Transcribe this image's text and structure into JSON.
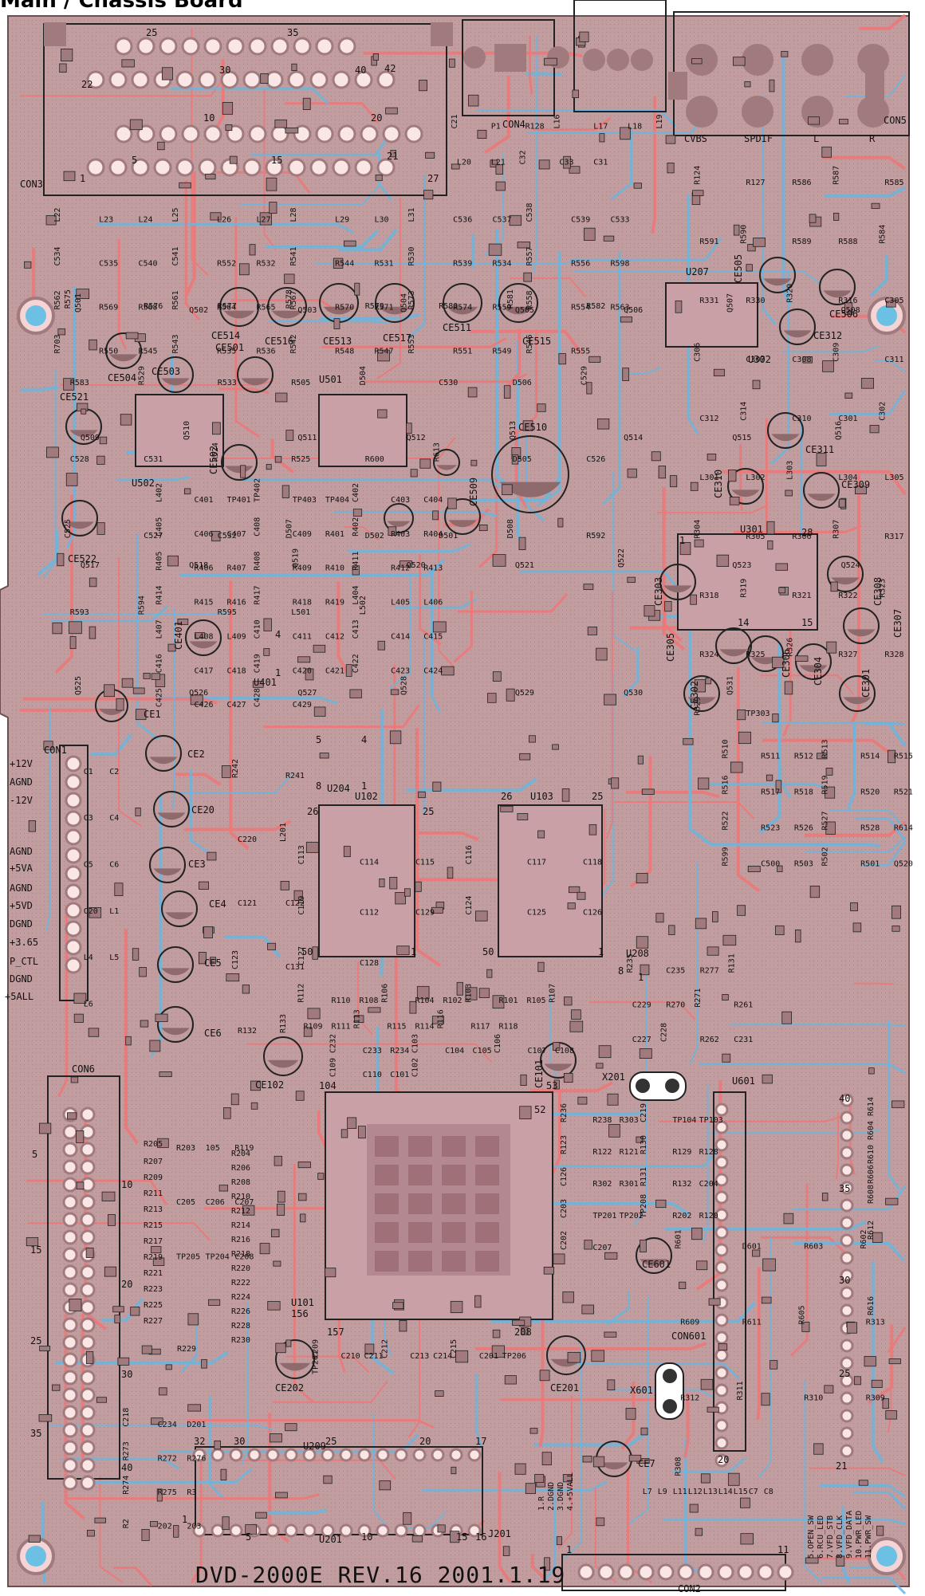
{
  "title": "Main / Chassis Board",
  "colors": {
    "board": "#c8a5a7",
    "copper_top": "#ee7777",
    "copper_bottom": "#6ab6de",
    "pad": "#a07a7c",
    "hole": "#6cc0e3",
    "silk": "#111111",
    "background": "#ffffff"
  },
  "footer": "DVD-2000E REV.16 2001.1.19",
  "connectors": {
    "con1_pins": [
      "+12V",
      "AGND",
      "-12V",
      "AGND",
      "+5VA",
      "AGND",
      "+5VD",
      "DGND",
      "+3.65",
      "P_CTL",
      "DGND",
      "+5ALL"
    ],
    "con2_pins": [
      "5.OPEN_SW",
      "6.RCU_LED",
      "7.VFD_STB",
      "8.VFD_CLK",
      "9.VFD_DATA",
      "10.PWR_LED",
      "11.PWR_SW"
    ],
    "j201_pins": [
      "1.R",
      "2.DGND",
      "3.DGND",
      "4.+5VALL"
    ],
    "rear_labels": [
      "CVBS",
      "SPDIF",
      "L",
      "R"
    ]
  },
  "pin_numbers": {
    "con3": [
      "25",
      "35",
      "22",
      "30",
      "40",
      "42",
      "10",
      "20",
      "5",
      "15",
      "21",
      "1",
      "27"
    ],
    "con6": [
      "5",
      "10",
      "15",
      "20",
      "25",
      "30",
      "35",
      "40"
    ],
    "u601": [
      "40",
      "35",
      "30",
      "25",
      "20",
      "21"
    ],
    "con2": [
      "1",
      "11"
    ],
    "u201": [
      "32",
      "30",
      "25",
      "20",
      "17",
      "5",
      "10",
      "15",
      "16",
      "1"
    ],
    "u101": [
      "104",
      "53",
      "52",
      "156",
      "157",
      "208"
    ],
    "u102": [
      "26",
      "25",
      "1",
      "50"
    ],
    "u103": [
      "26",
      "25",
      "1",
      "50"
    ],
    "u301": [
      "1",
      "28",
      "14",
      "15"
    ],
    "u204": [
      "5",
      "4",
      "1",
      "8"
    ],
    "u208": [
      "1",
      "8"
    ],
    "u401": [
      "1",
      "4"
    ]
  },
  "chips": {
    "u101": "U101",
    "u102": "U102",
    "u103": "U103",
    "u201": "U201",
    "u209": "U209",
    "u601": "U601",
    "u301": "U301",
    "u302": "U302",
    "u207": "U207",
    "u501": "U501",
    "u502": "U502",
    "u401": "U401",
    "u204": "U204",
    "u208": "U208",
    "x201": "X201",
    "x601": "X601"
  },
  "connector_names": {
    "con1": "CON1",
    "con2": "CON2",
    "con3": "CON3",
    "con4": "CON4",
    "con5": "CON5",
    "con6": "CON6",
    "con601": "CON601",
    "j201": "J201"
  },
  "caps": {
    "ce1": "CE1",
    "ce2": "CE2",
    "ce3": "CE3",
    "ce4": "CE4",
    "ce5": "CE5",
    "ce6": "CE6",
    "ce7": "CE7",
    "ce20": "CE20",
    "ce101": "CE101",
    "ce102": "CE102",
    "ce201": "CE201",
    "ce202": "CE202",
    "ce301": "CE301",
    "ce302": "CE302",
    "ce303": "CE303",
    "ce304": "CE304",
    "ce305": "CE305",
    "ce306": "CE306",
    "ce307": "CE307",
    "ce308": "CE308",
    "ce309": "CE309",
    "ce310": "CE310",
    "ce311": "CE311",
    "ce312": "CE312",
    "ce401": "CE401",
    "ce501": "CE501",
    "ce502": "CE502",
    "ce503": "CE503",
    "ce504": "CE504",
    "ce505": "CE505",
    "ce506": "CE506",
    "ce509": "CE509",
    "ce510": "CE510",
    "ce511": "CE511",
    "ce513": "CE513",
    "ce514": "CE514",
    "ce515": "CE515",
    "ce516": "CE516",
    "ce517": "CE517",
    "ce521": "CE521",
    "ce522": "CE522",
    "ce601": "CE601"
  },
  "parts": {
    "resistors_left": [
      "R205",
      "R207",
      "R209",
      "R211",
      "R213",
      "R215",
      "R217",
      "R219",
      "R221",
      "R223",
      "R225",
      "R227",
      "R229"
    ],
    "resistors_mid": [
      "R204",
      "R206",
      "R208",
      "R210",
      "R212",
      "R214",
      "R216",
      "R218",
      "R220",
      "R222",
      "R224",
      "R226",
      "R228",
      "R230"
    ],
    "resistors_u601": [
      "R604",
      "R606",
      "R608",
      "R610",
      "R612",
      "R614",
      "R616"
    ],
    "misc_a": [
      "R203",
      "105",
      "R119",
      "C205",
      "C206",
      "C207",
      "TP205",
      "TP204",
      "C208"
    ],
    "misc_b": [
      "C1",
      "C2",
      "C3",
      "C4",
      "C5",
      "C6",
      "C20",
      "L1",
      "L4",
      "L5",
      "L6"
    ],
    "misc_c": [
      "C209",
      "C210",
      "C211",
      "C212",
      "C213",
      "C214",
      "C215",
      "C201",
      "TP206",
      "TP207"
    ],
    "misc_d": [
      "C218",
      "C234",
      "D201",
      "R273",
      "R272",
      "R276",
      "R274",
      "R275",
      "R3",
      "R2",
      "202",
      "203"
    ],
    "misc_e": [
      "L7",
      "L9",
      "L11",
      "L12",
      "L13",
      "L14",
      "L15",
      "C7",
      "C8"
    ],
    "misc_f": [
      "R601",
      "D601",
      "R603",
      "R602",
      "R609",
      "R611",
      "R605",
      "R313",
      "R312",
      "R311",
      "R310",
      "R309",
      "R308"
    ],
    "misc_g": [
      "C113",
      "C114",
      "C115",
      "C116",
      "C117",
      "C118",
      "C119",
      "C112",
      "C129",
      "C124",
      "C125",
      "C126",
      "C127",
      "C128"
    ],
    "misc_h": [
      "R112",
      "R110",
      "R108",
      "R106",
      "R104",
      "R102",
      "R103",
      "R101",
      "R105",
      "R107",
      "R109",
      "R111",
      "R113",
      "R115",
      "R114",
      "R116",
      "R117",
      "R118"
    ],
    "misc_i": [
      "R235",
      "C235",
      "R277",
      "R131",
      "C229",
      "R270",
      "R271",
      "R261",
      "C227",
      "C228",
      "R262",
      "C231"
    ],
    "misc_j": [
      "R236",
      "R238",
      "R303",
      "C219",
      "TP104",
      "TP103",
      "R123",
      "R122",
      "R121",
      "R130",
      "R129",
      "R128",
      "C126",
      "R302",
      "R301",
      "R131",
      "R132",
      "C204",
      "C203",
      "TP201",
      "TP202",
      "TP208",
      "R202",
      "R120",
      "C202",
      "C207"
    ],
    "misc_k": [
      "C232",
      "C233",
      "R234",
      "C103",
      "C104",
      "C105",
      "C106",
      "C107",
      "C108",
      "C109",
      "C110",
      "C101",
      "C102"
    ],
    "misc_l": [
      "R242",
      "R241",
      "C220",
      "L201",
      "C121",
      "C122",
      "C123",
      "C131",
      "R132",
      "R133"
    ],
    "misc_m": [
      "L402",
      "C401",
      "TP401",
      "TP402",
      "TP403",
      "TP404",
      "C402",
      "C403",
      "C404",
      "C405",
      "C406",
      "C407",
      "C408",
      "C409",
      "R401",
      "R402",
      "R403",
      "R404",
      "R405",
      "R406",
      "R407",
      "R408",
      "R409",
      "R410",
      "R411",
      "R412",
      "R413",
      "R414",
      "R415",
      "R416",
      "R417",
      "R418",
      "R419",
      "L404",
      "L405",
      "L406",
      "L407",
      "L408",
      "L409",
      "C410",
      "C411",
      "C412",
      "C413",
      "C414",
      "C415",
      "C416",
      "C417",
      "C418",
      "C419",
      "C420",
      "C421",
      "C422",
      "C423",
      "C424",
      "C425",
      "C426",
      "C427",
      "C428",
      "C429"
    ],
    "misc_n": [
      "L22",
      "L23",
      "L24",
      "L25",
      "L26",
      "L27",
      "L28",
      "L29",
      "L30",
      "L31",
      "C536",
      "C537",
      "C538",
      "C539",
      "C533",
      "C534",
      "C535",
      "C540",
      "C541",
      "R552",
      "R532",
      "R541",
      "R544",
      "R531",
      "R530",
      "R539",
      "R534",
      "R557",
      "R556",
      "R598",
      "R562",
      "R569",
      "R568",
      "R561",
      "R564",
      "R565",
      "R567",
      "R570",
      "R571",
      "R573",
      "R574",
      "R559",
      "R558",
      "R554",
      "R563",
      "R703",
      "R550",
      "R545",
      "R543",
      "R535",
      "R536",
      "R542",
      "R548",
      "R547",
      "R553",
      "R551",
      "R549",
      "R546",
      "R555"
    ],
    "misc_o": [
      "Q501",
      "Q502",
      "Q503",
      "Q504",
      "Q505",
      "Q506",
      "Q507",
      "Q508",
      "Q509",
      "Q510",
      "Q511",
      "Q512",
      "Q513",
      "Q514",
      "Q515",
      "Q516",
      "Q517",
      "Q518",
      "Q519",
      "Q520",
      "Q521",
      "Q522",
      "Q523",
      "Q524",
      "Q525",
      "Q526",
      "Q527",
      "Q528",
      "Q529",
      "Q530",
      "Q531"
    ],
    "misc_p": [
      "R575",
      "R576",
      "R577",
      "R578",
      "R579",
      "R580",
      "R581",
      "R582",
      "R583",
      "R529",
      "R533",
      "R505",
      "D504",
      "C530",
      "D506",
      "C529",
      "C528",
      "C531",
      "R524",
      "R525",
      "R600",
      "R613",
      "D505",
      "C526",
      "C525",
      "C527",
      "C532",
      "D507",
      "D502",
      "D501",
      "D508",
      "R592",
      "R593",
      "R594",
      "R595",
      "L501",
      "L502"
    ],
    "misc_q": [
      "R124",
      "R127",
      "R586",
      "R587",
      "R585",
      "R591",
      "R590",
      "R589",
      "R588",
      "R584",
      "R331",
      "R330",
      "R320",
      "R316",
      "C305",
      "C306",
      "C307",
      "C308",
      "C309",
      "C311",
      "C312",
      "C314",
      "C310",
      "C301",
      "C302",
      "L301",
      "L302",
      "L303",
      "L304",
      "L305",
      "R304",
      "R305",
      "R306",
      "R307",
      "R317",
      "R318",
      "R319",
      "R321",
      "R322",
      "R323",
      "R324",
      "R325",
      "R326",
      "R327",
      "R328",
      "R329",
      "TP303"
    ],
    "misc_r": [
      "R510",
      "R511",
      "R512",
      "R513",
      "R514",
      "R515",
      "R516",
      "R517",
      "R518",
      "R519",
      "R520",
      "R521",
      "R522",
      "R523",
      "R526",
      "R527",
      "R528",
      "R614",
      "R599",
      "C500",
      "R503",
      "R502",
      "R501",
      "Q520"
    ],
    "misc_s": [
      "C21",
      "P1",
      "R128",
      "L16",
      "L17",
      "L18",
      "L19",
      "L20",
      "L21",
      "C32",
      "C33",
      "C31"
    ]
  }
}
